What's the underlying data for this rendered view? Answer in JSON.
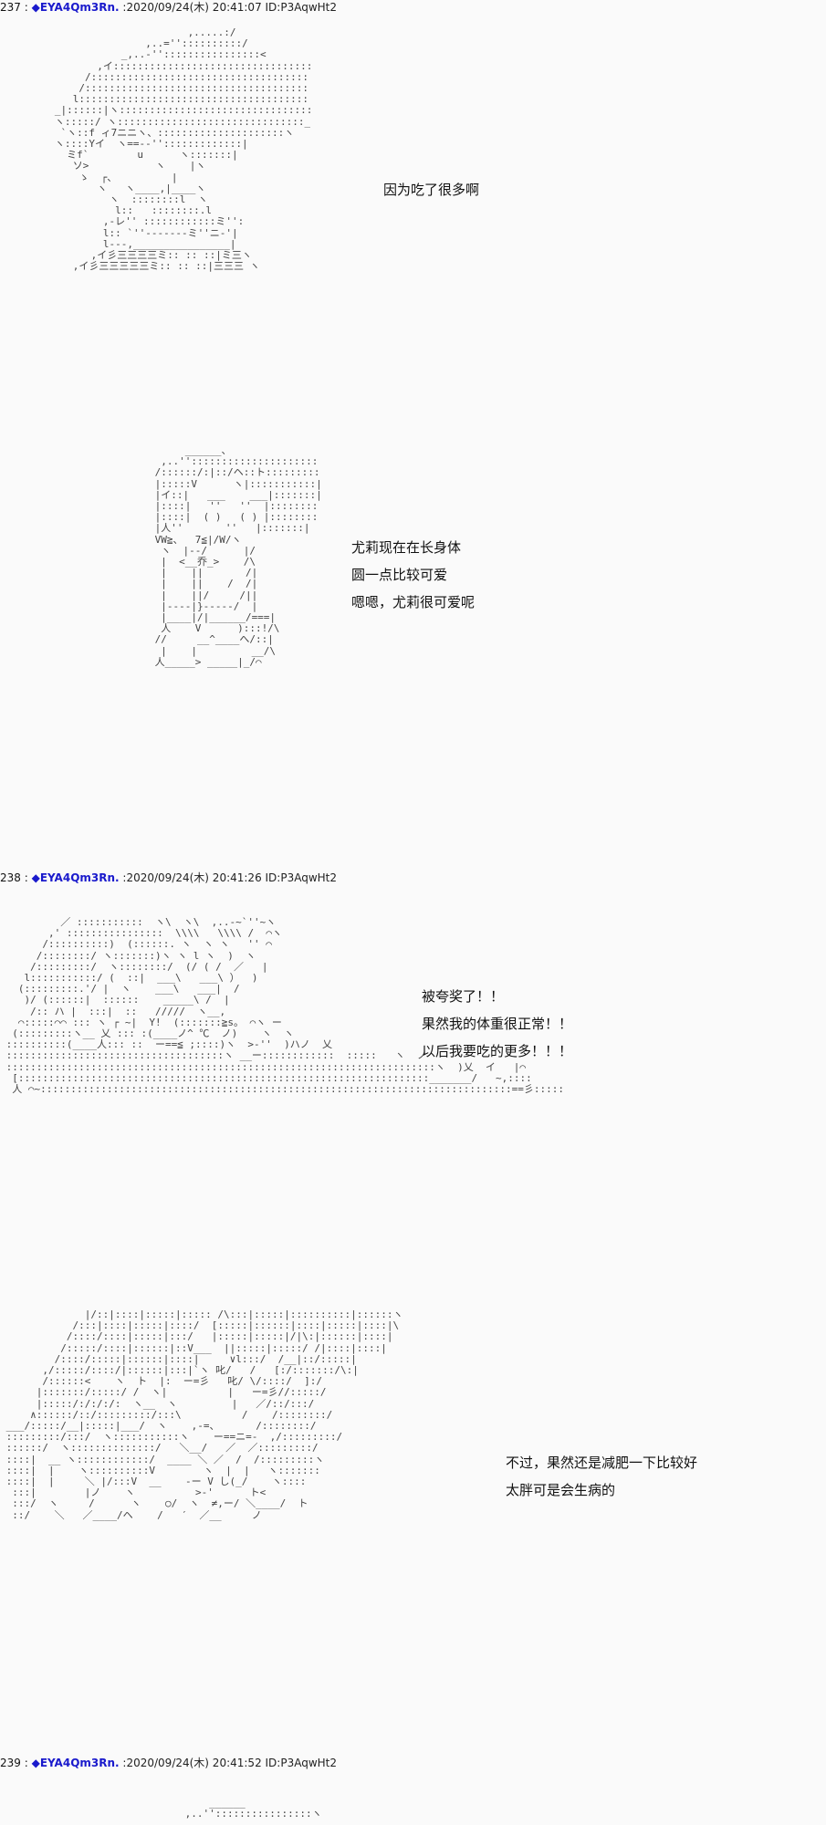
{
  "posts": [
    {
      "number": "237 :",
      "poster": "◆EYA4Qm3Rn.",
      "meta": ":2020/09/24(木) 20:41:07 ID:P3AqwHt2",
      "panels": [
        {
          "art": "                         ,.....:/\n                  ,..=''::::::::::/\n              _,..-''::::::::::::::::<\n          ,イ:::::::::::::::::::::::::::::::::ヽ\n        /::::::::::::::::::::::::::::::::::::::::::>\n       /:::::::::::::::::::::::::::::::::::::::::ヽ\n      l::::::::::::::::::::::::::::::::::::::::::::::ヽ\n   _|::::::|ヽ:::::::::::::::::::::::::::::::::::::::ヽ\n   ヽ:::::/ ヽ:::::::::::::::::::::::::::::::__:::::::\n    `ヽ::f ィ7ニニヽ、:::::::::::::::::::::ヽ\n   ヽ::::Yイ  ヽ==--'':::::::::::::|\n     ミf`        u      ヽ:::::::|\n      ソ>           ヽ    |ヽ\n       ゝ  ┌、         |\n          ヽ   ヽ____,|____ヽ\n            ヽ  ::::::::l  ヽ\n             l::   ::::::::.l\n           ,-レ'' ::::::::::::ミ'':\n           l:: `''-------ミ''ニ-'|\n           l---,________________|\n         ,イ彡三三三三ミ:: :: ::|ミ三ヽ\n      ,イ彡三三三三三ミ:: :: ::|三三三 ヽ",
          "lines": [
            "因为吃了很多啊"
          ]
        },
        {
          "art": "              ______、\n          ,..''::::::::::::::::::::::::ヽ\n         /::::::/:|::/ヘ::ト:::::::::::::::\n         |:::::V      ヽ|:::::::::::|\n         |イ::|   ___    ___|:::::::|\n         |::::|   ''   ''  |::::::::|\n         |::::|  ( )   ( ) |::::::::|\n         |人''       ''   |:::::::|\n         VW≧、  7≦|/W/ヽ\n          ヽ  |--/      |/\n          |  <__乔_>    /\\\n          |    ||       /|\n          |    ||    /  /|\n          |    ||/     /||\n          |----|}-----/  |\n          |____|/|______/===|\n          人    V      ):::!/\\\n         //     __^____へ/::|\n          |    |         __/\\\n         人_____> _____|_/⌒",
          "lines": [
            "尤莉现在在长身体",
            "圆一点比较可爱",
            "嗯嗯，尤莉很可爱呢"
          ]
        }
      ]
    },
    {
      "number": "238 :",
      "poster": "◆EYA4Qm3Rn.",
      "meta": ":2020/09/24(木) 20:41:26 ID:P3AqwHt2",
      "panels": [
        {
          "art": "          ／ :::::::::::  ヽ\\  ヽ\\  ,..-~`''~ヽ\n        ,' ::::::::::::::::  \\\\\\\\   \\\\\\\\ /  ⌒ヽ\n       /::::::::::)  (::::::. ヽ  ヽ ヽ   '' ⌒\n      /::::::::/ ヽ:::::::)ヽ ヽ l ヽ  )  ヽ\n     /:::::::::/  ヽ::::::::/  (/ ( /  ／   |\n    l:::::::::::/ (  ::|  ___\\   ___\\ ）  )\n   (:::::::::.'/ |  ヽ    ___\\   ___|  /\n    )/ (::::::|  ::::::    _____\\ /  |\n     /:: ハ |  :::|  ::   /////  ヽ__,\n   ⌒:::::⌒⌒ ::: ヽ ┌ ~|  Y!  (:::::::≧s。 ⌒ヽ ー\n  (:::::::::ヽ__ 乂 ::: :(____ノ^ ℃  ノ)    ヽ  ヽ\n ::::::::::(____人::: ::  ー==≦ ;::::)ヽ  >-''  )ハノ  乂\n ::::::::::::::::::::::::::::::::::::ヽ __ー::::::::::::  :::::   ヽ  ノ\n :::::::::::::::::::::::::::::::::::::::::::::::::::::::::::::::::::::::ヽ  )乂  イ   |⌒\n  [::::::::::::::::::::::::::::::::::::::::::::::::::::::::::::::::::::_______/   ~,::::\n  人 ⌒~::::::::::::::::::::::::::::::::::::::::::::::::::::::::::::::::::::::::::::::==彡:::::",
          "lines": [
            "被夸奖了！！",
            "果然我的体重很正常！！",
            "以后我要吃的更多！！！"
          ]
        },
        {
          "art": "              |/::|::::|:::::|::::: /\\:::|:::::|::::::::::|::::::ヽ\n            /:::|::::|:::::|::::/  [:::::|::::::|::::|:::::|::::|\\\n           /::::/::::|:::::|:::/   |:::::|:::::|/|\\:|::::::|::::|\n          /:::::/::::|::::::|::V___  ||:::::|:::::/ /|::::|::::|\n         /::::/:::::|::::::|::::|     ∨l:::/  /__|::/:::::|\n       ,/:::::/::::/|::::::|:::|`ヽ 叱/   /   [:/:::::::/\\:|\n       /::::::<    ヽ  ト  |:  ー=彡   叱/ \\/::::/  ]:/\n      |:::::::/:::::/ /  ヽ|          |   ー=彡//:::::/\n      |:::::/:/:/:/:  ヽ__  ヽ         |   ／/::/:::/\n     ∧::::::/::/:::::::::/:::\\          /    /::::::::/\n ___/:::::/__|:::::|___/  ヽ    ,-=、      /::::::::/\n :::::::::/:::/  ヽ:::::::::::ヽ    ー==ニ=-  ,/:::::::::/\n ::::::/  ヽ::::::::::::::/   ＼__/   ／  ／:::::::::/\n ::::|  __ ヽ::::::::::::/  ____ ＼ ／  /  /:::::::::ヽ\n ::::|  |    ヽ::::::::::V        ヽ  |  |   ヽ:::::::\n ::::|  |     ＼ |/:::V  __    -ー V し(_/    ヽ::::\n  :::|        |ノ    ヽ          >-'      ト<\n  :::/  ヽ     /      ヽ    ○/  ヽ  ≠,ー/ ＼____/  ト\n  ::/    ＼   ／____/ヘ    /   ′  ／__     ノ",
          "lines": [
            "不过，果然还是减肥一下比较好",
            "太胖可是会生病的"
          ]
        }
      ]
    },
    {
      "number": "239 :",
      "poster": "◆EYA4Qm3Rn.",
      "meta": ":2020/09/24(木) 20:41:52 ID:P3AqwHt2",
      "panels": [
        {
          "art": "                     ______\n                 ,..''::::::::::::::::ヽ",
          "lines": []
        }
      ]
    }
  ]
}
